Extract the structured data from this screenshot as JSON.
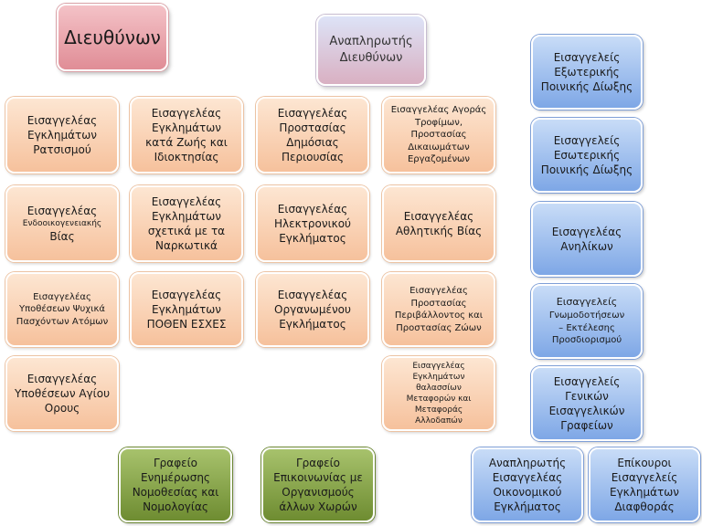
{
  "nodes": {
    "director": "Διευθύνων",
    "deputy_director": "Αναπληρωτής Διευθύνων",
    "racism": "Εισαγγελέας Εγκλημάτων Ρατσισμού",
    "life_property": "Εισαγγελέας Εγκλημάτων κατά Ζωής και Ιδιοκτησίας",
    "public_property": "Εισαγγελέας Προστασίας Δημόσιας Περιουσίας",
    "food_market": "Εισαγγελέας Αγοράς Τροφίμων, Προστασίας Δικαιωμάτων Εργαζομένων",
    "domestic_violence_title": "Εισαγγελέας",
    "domestic_violence_middle": "Ενδοοικογενειακής",
    "domestic_violence_end": "Βίας",
    "narcotics": "Εισαγγελέας Εγκλημάτων σχετικά με τα Ναρκωτικά",
    "cybercrime": "Εισαγγελέας Ηλεκτρονικού Εγκλήματος",
    "sports_violence": "Εισαγγελέας Αθλητικής Βίας",
    "mental_patients": "Εισαγγελέας Υποθέσεων Ψυχικά Πασχόντων Ατόμων",
    "pothen_esches": "Εισαγγελέας Εγκλημάτων ΠΟΘΕΝ ΕΣΧΕΣ",
    "organized_crime": "Εισαγγελέας Οργανωμένου Εγκλήματος",
    "environment": "Εισαγγελέας Προστασίας Περιβάλλοντος και Προστασίας Ζώων",
    "mount_athos": "Εισαγγελέας Υποθέσεων Αγίου Ορους",
    "maritime": "Εισαγγελέας Εγκλημάτων θαλασσίων Μεταφορών και Μεταφοράς Αλλοδαπών",
    "foreign_criminal": "Εισαγγελείς Εξωτερικής Ποινικής Δίωξης",
    "domestic_criminal": "Εισαγγελείς Εσωτερικής Ποινικής Δίωξης",
    "juveniles": "Εισαγγελέας Ανηλίκων",
    "opinions_title": "Εισαγγελείς",
    "opinions_middle": "Γνωμοδοτήσεων",
    "opinions_end": "– Εκτέλεσης Προσδιορισμού",
    "general_offices": "Εισαγγελείς Γενικών Εισαγγελικών Γραφείων",
    "economic_crime": "Αναπληρωτής Εισαγγελέας Οικονομικού Εγκλήματος",
    "corruption": "Επίκουροι Εισαγγελείς Εγκλημάτων Διαφθοράς",
    "legislation_office": "Γραφείο Ενημέρωσης Νομοθεσίας και Νομολογίας",
    "communication_office": "Γραφείο Επικοινωνίας με Οργανισμούς άλλων Χωρών"
  }
}
